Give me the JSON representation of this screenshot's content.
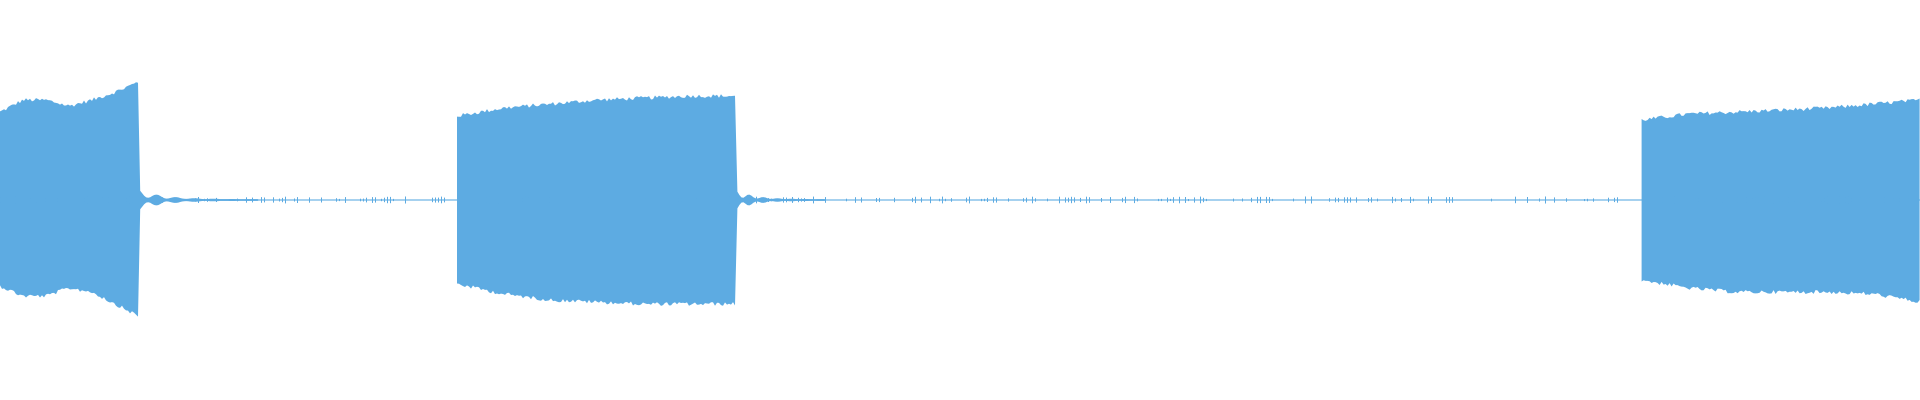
{
  "waveform": {
    "color": "#5dabe2",
    "background": "#ffffff",
    "amplitude_range": [
      -1,
      1
    ],
    "time_range": [
      0,
      1
    ],
    "segments": [
      {
        "start": 0.0,
        "end": 0.072,
        "kind": "tone",
        "peak_top": [
          0.44,
          0.5,
          0.5,
          0.47,
          0.5,
          0.54,
          0.59
        ],
        "peak_bottom": [
          0.43,
          0.48,
          0.48,
          0.44,
          0.46,
          0.52,
          0.58
        ],
        "decay_end": 0.135
      },
      {
        "start": 0.238,
        "end": 0.383,
        "kind": "tone",
        "peak_top": [
          0.42,
          0.46,
          0.48,
          0.5,
          0.51,
          0.52,
          0.52
        ],
        "peak_bottom": [
          0.42,
          0.47,
          0.5,
          0.51,
          0.52,
          0.52,
          0.52
        ],
        "decay_end": 0.43
      },
      {
        "start": 0.855,
        "end": 1.0,
        "kind": "tone",
        "peak_top": [
          0.4,
          0.43,
          0.44,
          0.45,
          0.46,
          0.48,
          0.5
        ],
        "peak_bottom": [
          0.4,
          0.44,
          0.46,
          0.46,
          0.46,
          0.47,
          0.51
        ],
        "decay_end": 1.0
      }
    ],
    "noise_floor": 0.004
  }
}
